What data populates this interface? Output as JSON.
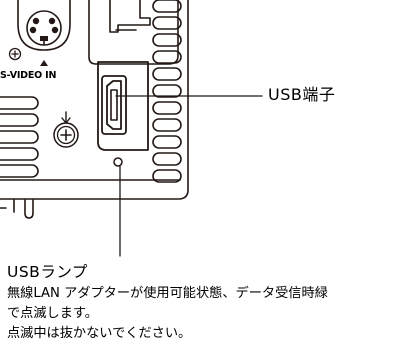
{
  "labels": {
    "svideo_in": "S-VIDEO IN",
    "usb_port": "USB端子",
    "usb_lamp": "USBランプ"
  },
  "usb_lamp_description": {
    "line1": "無線LAN アダプターが使用可能状態、データ受信時緑",
    "line2": "で点滅します。",
    "line3": "点滅中は抜かないでください。"
  }
}
